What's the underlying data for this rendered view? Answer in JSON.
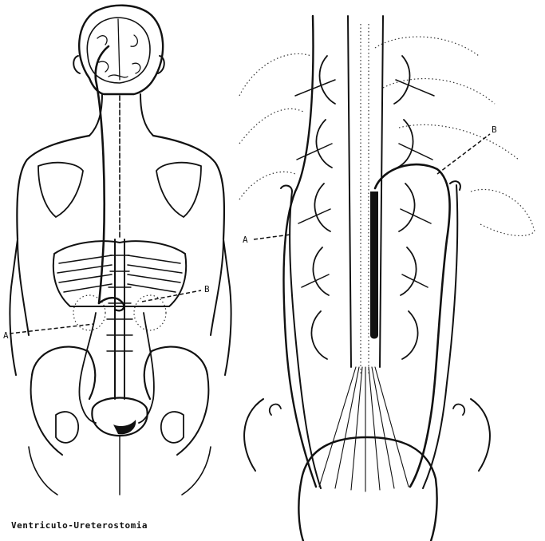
{
  "caption": "Ventriculo-Ureterostomia",
  "labels": {
    "left_a": "A",
    "left_b": "B",
    "right_a": "A",
    "right_b": "B"
  }
}
